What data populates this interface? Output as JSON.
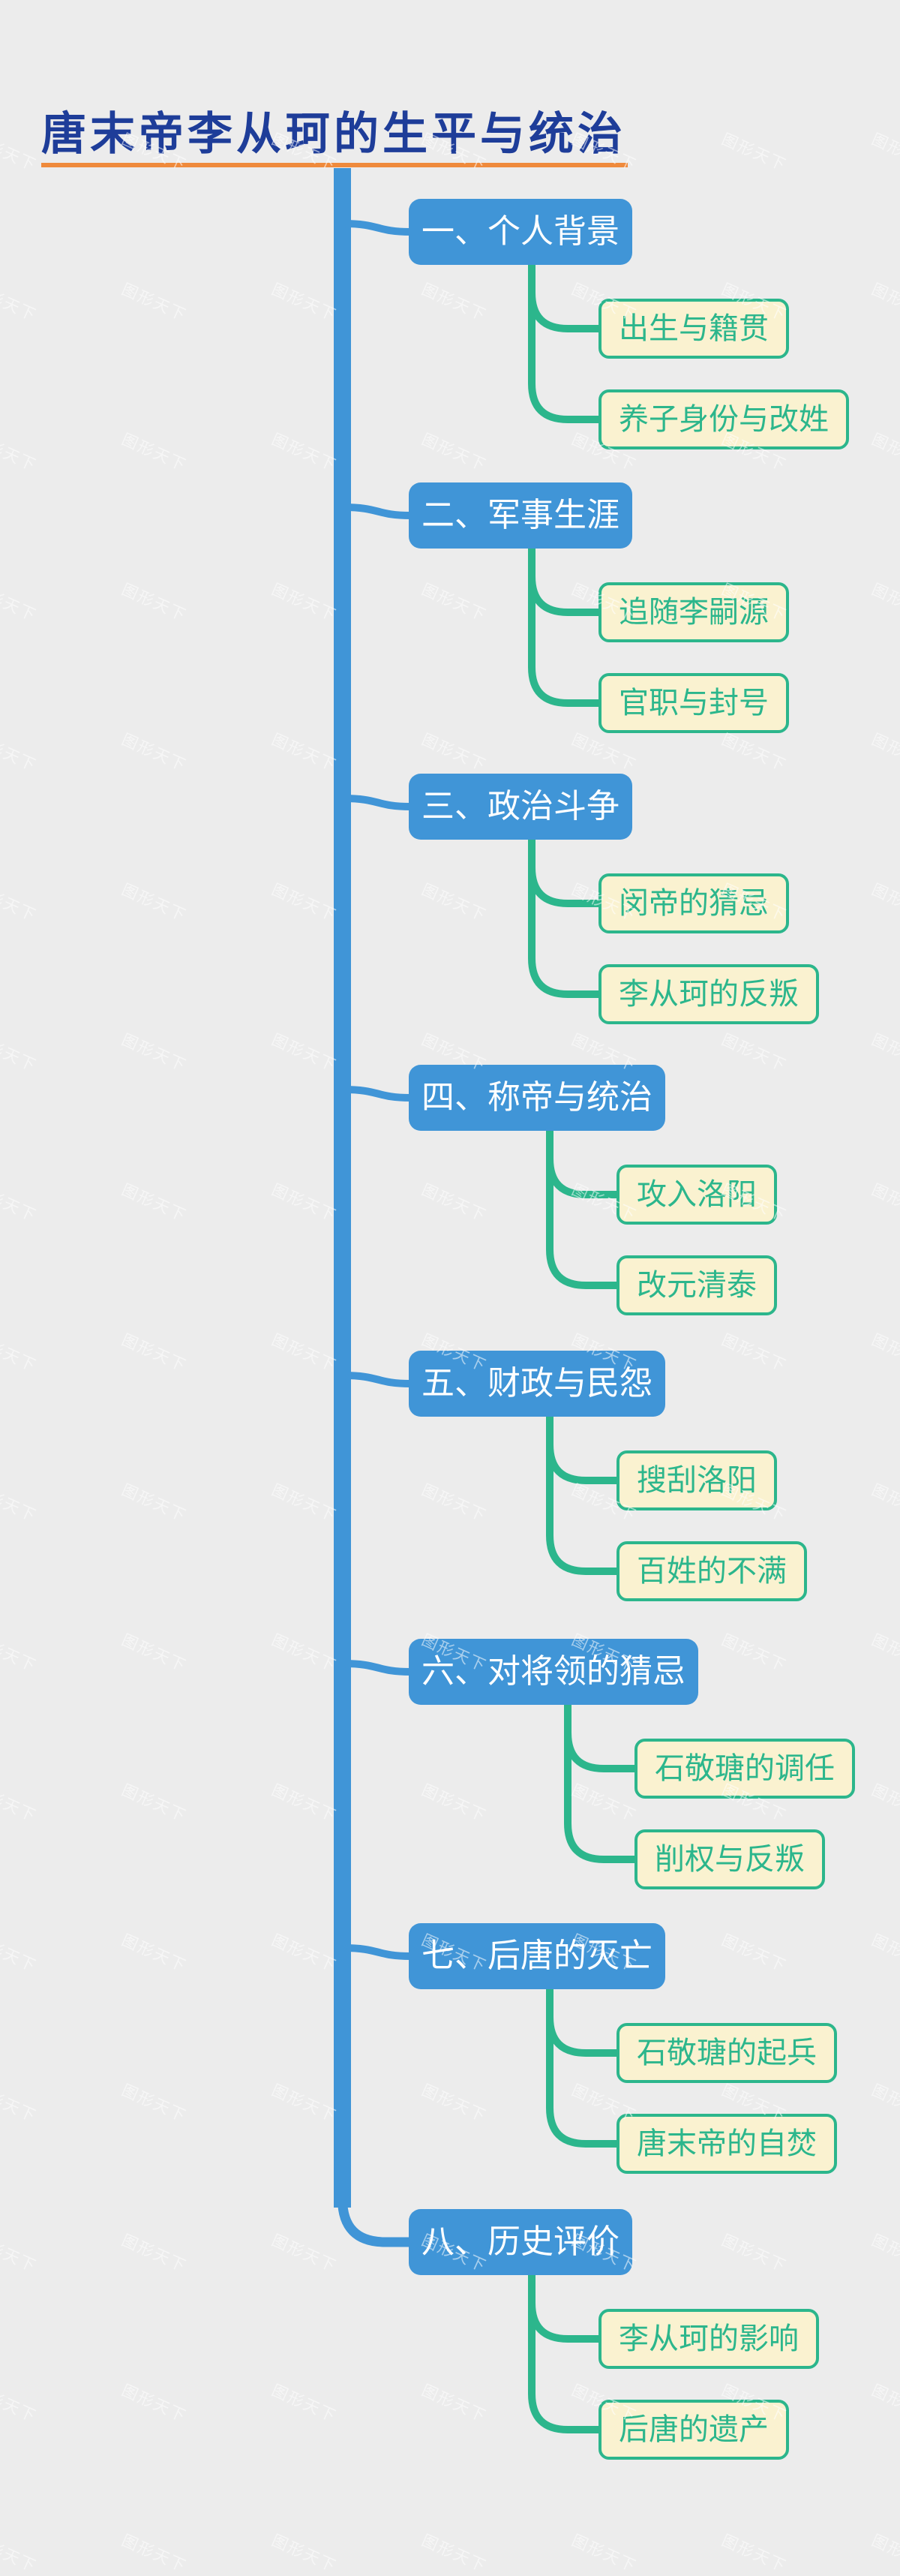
{
  "title": {
    "text": "唐末帝李从珂的生平与统治"
  },
  "watermark": {
    "text": "图形天下"
  },
  "colors": {
    "background": "#ECECEC",
    "branch_blue": "#4095D7",
    "child_fill": "#FAF2D0",
    "teal": "#2CB68C",
    "title_navy": "#1E3D99",
    "underline_orange": "#EF8A3C",
    "node_text": "#FFFFFF"
  },
  "branches": [
    {
      "label": "一、个人背景",
      "children": [
        "出生与籍贯",
        "养子身份与改姓"
      ]
    },
    {
      "label": "二、军事生涯",
      "children": [
        "追随李嗣源",
        "官职与封号"
      ]
    },
    {
      "label": "三、政治斗争",
      "children": [
        "闵帝的猜忌",
        "李从珂的反叛"
      ]
    },
    {
      "label": "四、称帝与统治",
      "children": [
        "攻入洛阳",
        "改元清泰"
      ]
    },
    {
      "label": "五、财政与民怨",
      "children": [
        "搜刮洛阳",
        "百姓的不满"
      ]
    },
    {
      "label": "六、对将领的猜忌",
      "children": [
        "石敬瑭的调任",
        "削权与反叛"
      ]
    },
    {
      "label": "七、后唐的灭亡",
      "children": [
        "石敬瑭的起兵",
        "唐末帝的自焚"
      ]
    },
    {
      "label": "八、历史评价",
      "children": [
        "李从珂的影响",
        "后唐的遗产"
      ]
    }
  ]
}
